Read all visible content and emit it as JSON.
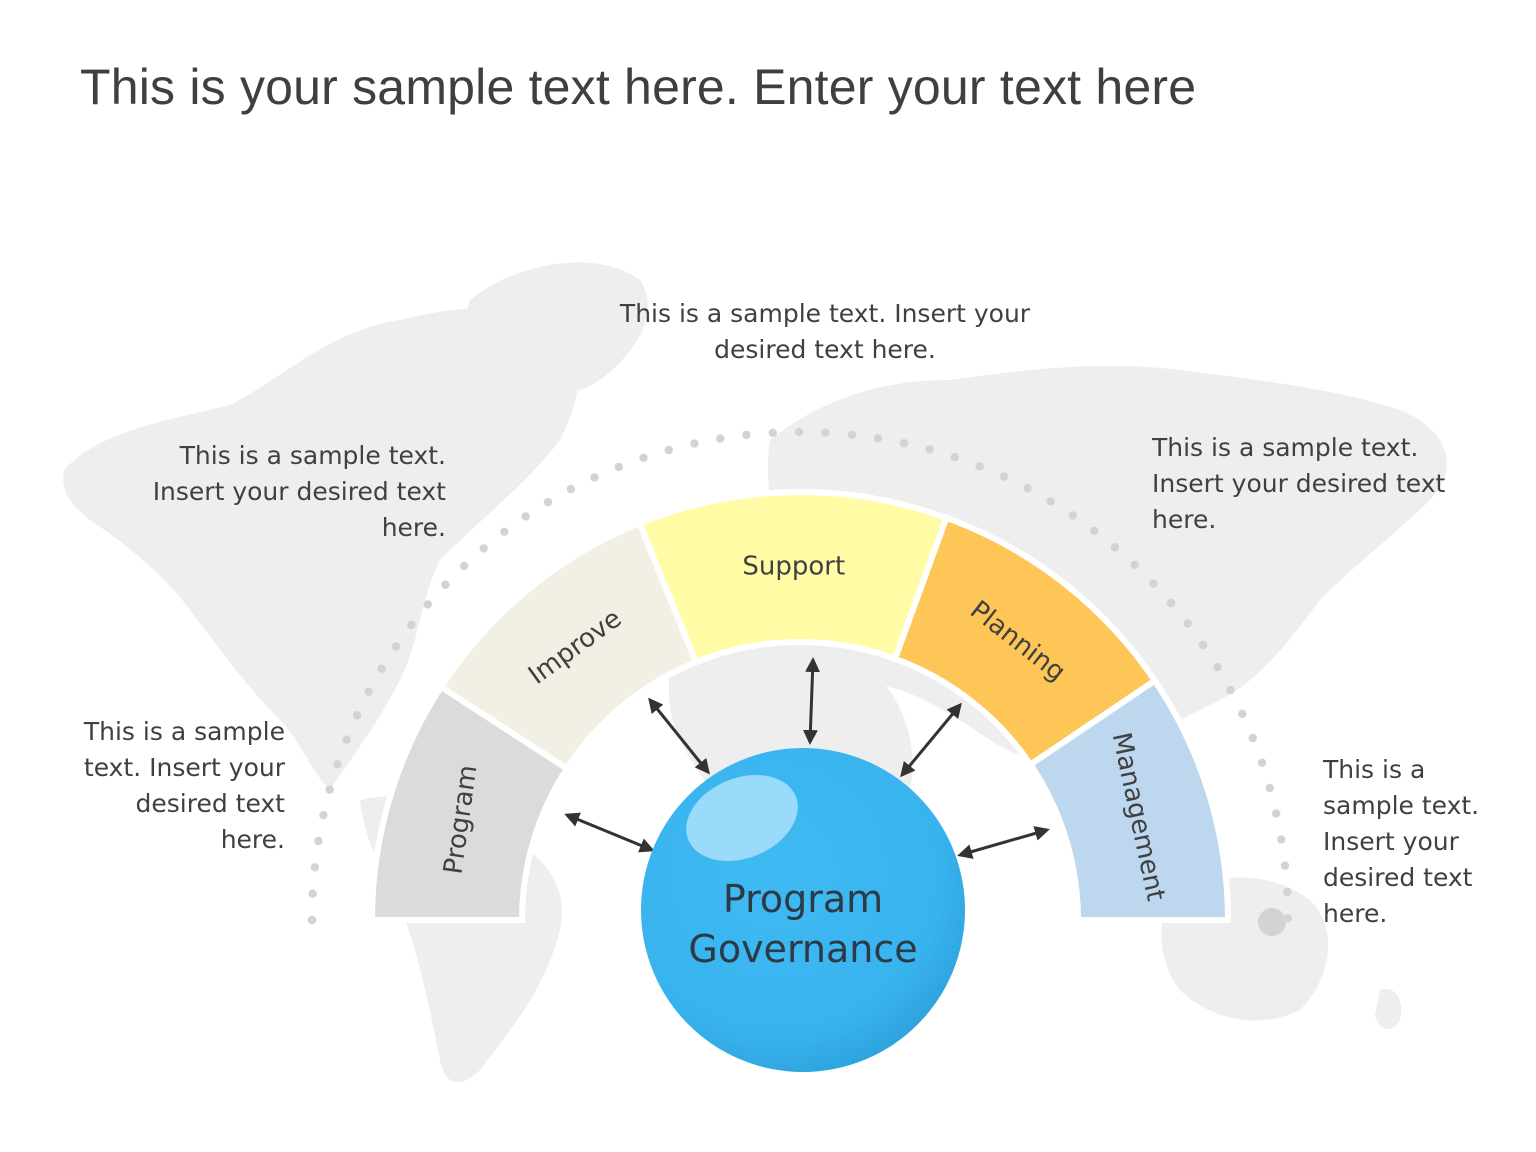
{
  "slide": {
    "title": "This is your sample text here. Enter your text here"
  },
  "notes": {
    "top": "This is a sample text. Insert your desired text here.",
    "upper_left": "This is a sample text. Insert your desired text here.",
    "upper_right": "This is a sample text. Insert your desired text here.",
    "lower_left": "This is a sample text. Insert your desired text here.",
    "lower_right": "This is a sample text. Insert your desired text here."
  },
  "segments": [
    {
      "label": "Program",
      "color": "#d9dcdb"
    },
    {
      "label": "Improve",
      "color": "#f2f0e5"
    },
    {
      "label": "Support",
      "color": "#fffca5"
    },
    {
      "label": "Planning",
      "color": "#fdc657"
    },
    {
      "label": "Management",
      "color": "#bdd7ef"
    }
  ],
  "center": {
    "line1": "Program",
    "line2": "Governance",
    "color": "#39b4ef"
  },
  "colors": {
    "map": "#eeeeee",
    "dots": "#d3d3d3",
    "arrow": "#333333",
    "text": "#404040"
  }
}
